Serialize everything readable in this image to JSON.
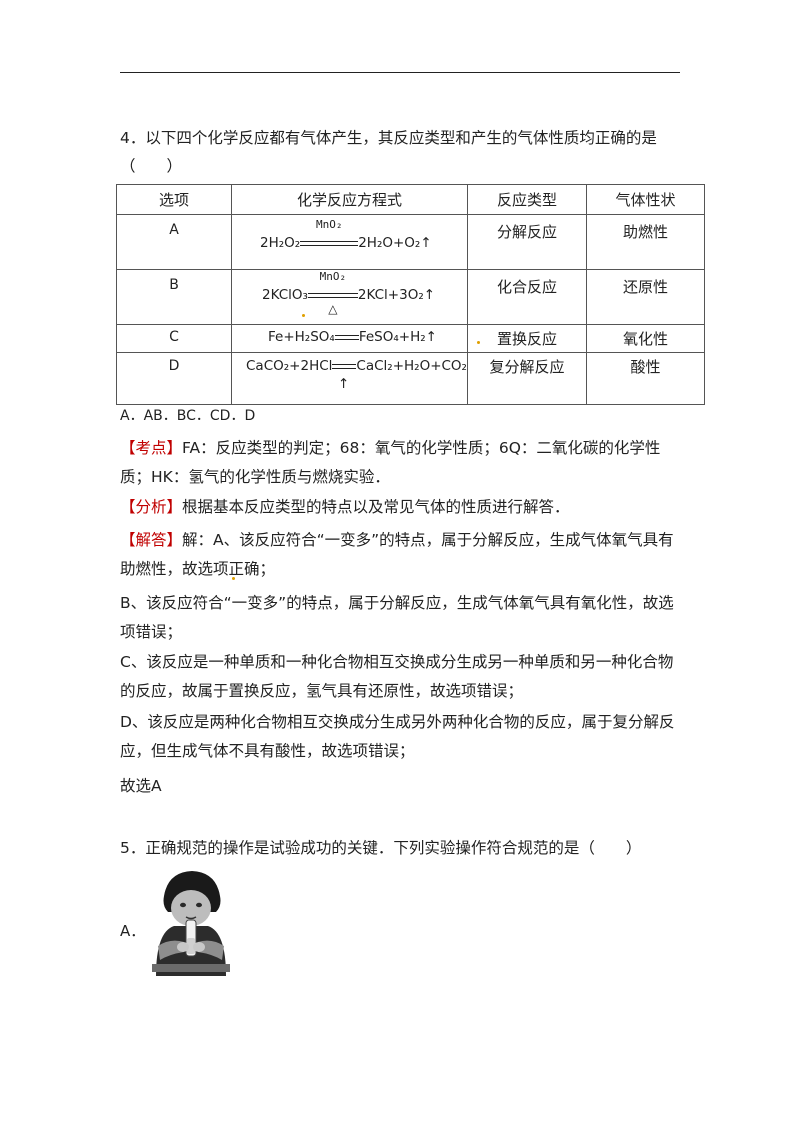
{
  "question4": {
    "text": "4．以下四个化学反应都有气体产生，其反应类型和产生的气体性质均正确的是（　　）",
    "table": {
      "headers": [
        "选项",
        "化学反应方程式",
        "反应类型",
        "气体性状"
      ],
      "rows": [
        {
          "option": "A",
          "eq_left": "2H₂O₂",
          "eq_cond_top": "MnO₂",
          "eq_cond_bottom": "",
          "eq_right": "2H₂O+O₂↑",
          "type": "分解反应",
          "property": "助燃性"
        },
        {
          "option": "B",
          "eq_left": "2KClO₃",
          "eq_cond_top": "MnO₂",
          "eq_cond_bottom": "△",
          "eq_right": "2KCl+3O₂↑",
          "type": "化合反应",
          "property": "还原性"
        },
        {
          "option": "C",
          "eq_left": "Fe+H₂SO₄",
          "eq_cond_top": "",
          "eq_cond_bottom": "",
          "eq_right": "FeSO₄+H₂↑",
          "type": "置换反应",
          "property": "氧化性"
        },
        {
          "option": "D",
          "eq_left": "CaCO₂+2HCl",
          "eq_cond_top": "",
          "eq_cond_bottom": "",
          "eq_right": "CaCl₂+H₂O+CO₂",
          "eq_tail": "↑",
          "type": "复分解反应",
          "property": "酸性"
        }
      ]
    },
    "options_line": "A．AB．BC．CD．D",
    "kaodian_tag": "【考点】",
    "kaodian_text": "FA：反应类型的判定；68：氧气的化学性质；6Q：二氧化碳的化学性质；HK：氢气的化学性质与燃烧实验．",
    "fenxi_tag": "【分析】",
    "fenxi_text": "根据基本反应类型的特点以及常见气体的性质进行解答．",
    "jieda_tag": "【解答】",
    "jieda_text": "解：A、该反应符合“一变多”的特点，属于分解反应，生成气体氧气具有助燃性，故选项正确；",
    "para_b": "B、该反应符合“一变多”的特点，属于分解反应，生成气体氧气具有氧化性，故选项错误；",
    "para_c": "C、该反应是一种单质和一种化合物相互交换成分生成另一种单质和另一种化合物的反应，故属于置换反应，氢气具有还原性，故选项错误；",
    "para_d": "D、该反应是两种化合物相互交换成分生成另外两种化合物的反应，属于复分解反应，但生成气体不具有酸性，故选项错误；",
    "conclusion": "故选A"
  },
  "question5": {
    "text": "5．正确规范的操作是试验成功的关键．下列实验操作符合规范的是（　　）",
    "option_a_label": "A．"
  }
}
